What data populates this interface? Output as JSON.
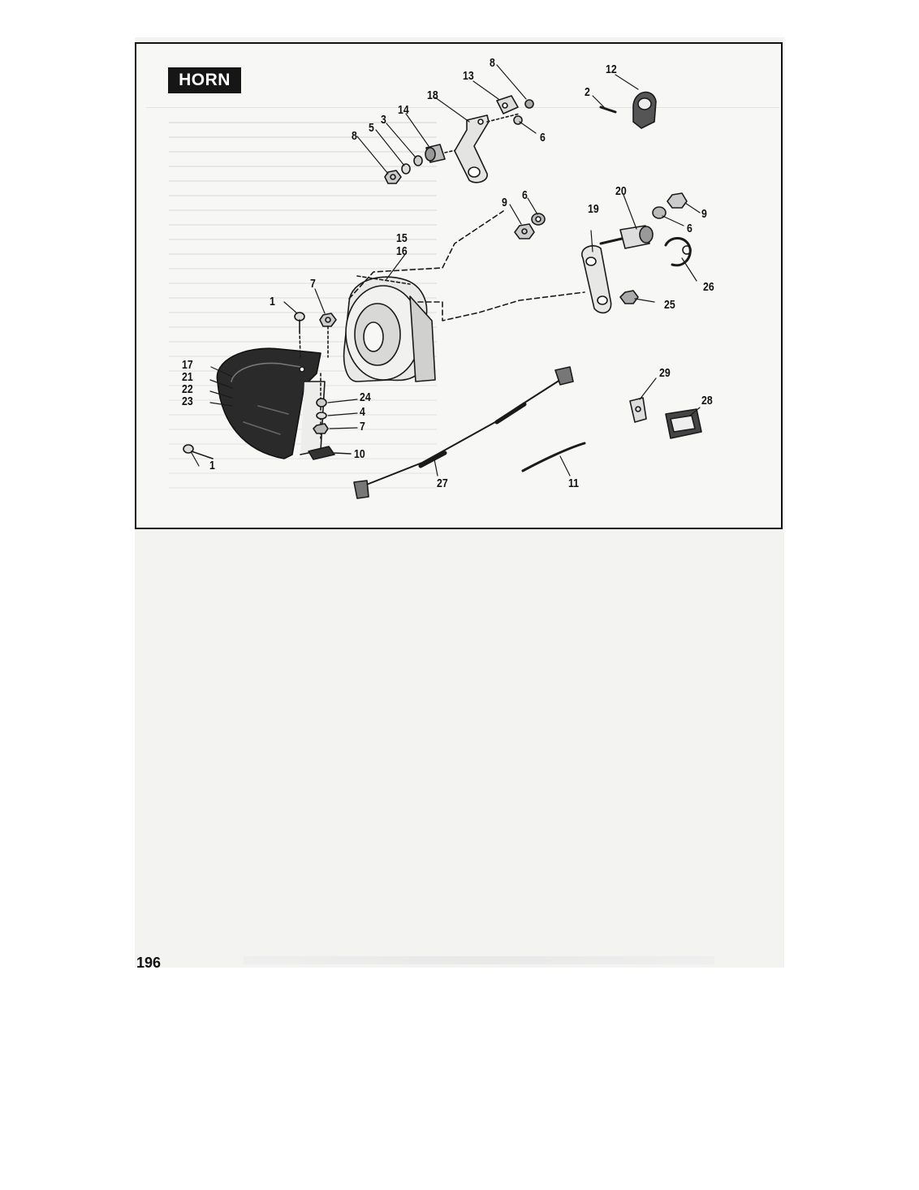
{
  "figure": {
    "title": "HORN",
    "callouts": {
      "c1a": "1",
      "c1b": "1",
      "c2": "2",
      "c3": "3",
      "c4": "4",
      "c5": "5",
      "c6a": "6",
      "c6b": "6",
      "c6c": "6",
      "c7a": "7",
      "c7b": "7",
      "c8a": "8",
      "c8b": "8",
      "c9a": "9",
      "c9b": "9",
      "c10": "10",
      "c11": "11",
      "c12": "12",
      "c13": "13",
      "c14": "14",
      "c15": "15",
      "c16": "16",
      "c17": "17",
      "c18": "18",
      "c19": "19",
      "c20": "20",
      "c21": "21",
      "c22": "22",
      "c23": "23",
      "c24": "24",
      "c25": "25",
      "c26": "26",
      "c27": "27",
      "c28": "28",
      "c29": "29"
    }
  },
  "footer": {
    "page_number": "196"
  }
}
